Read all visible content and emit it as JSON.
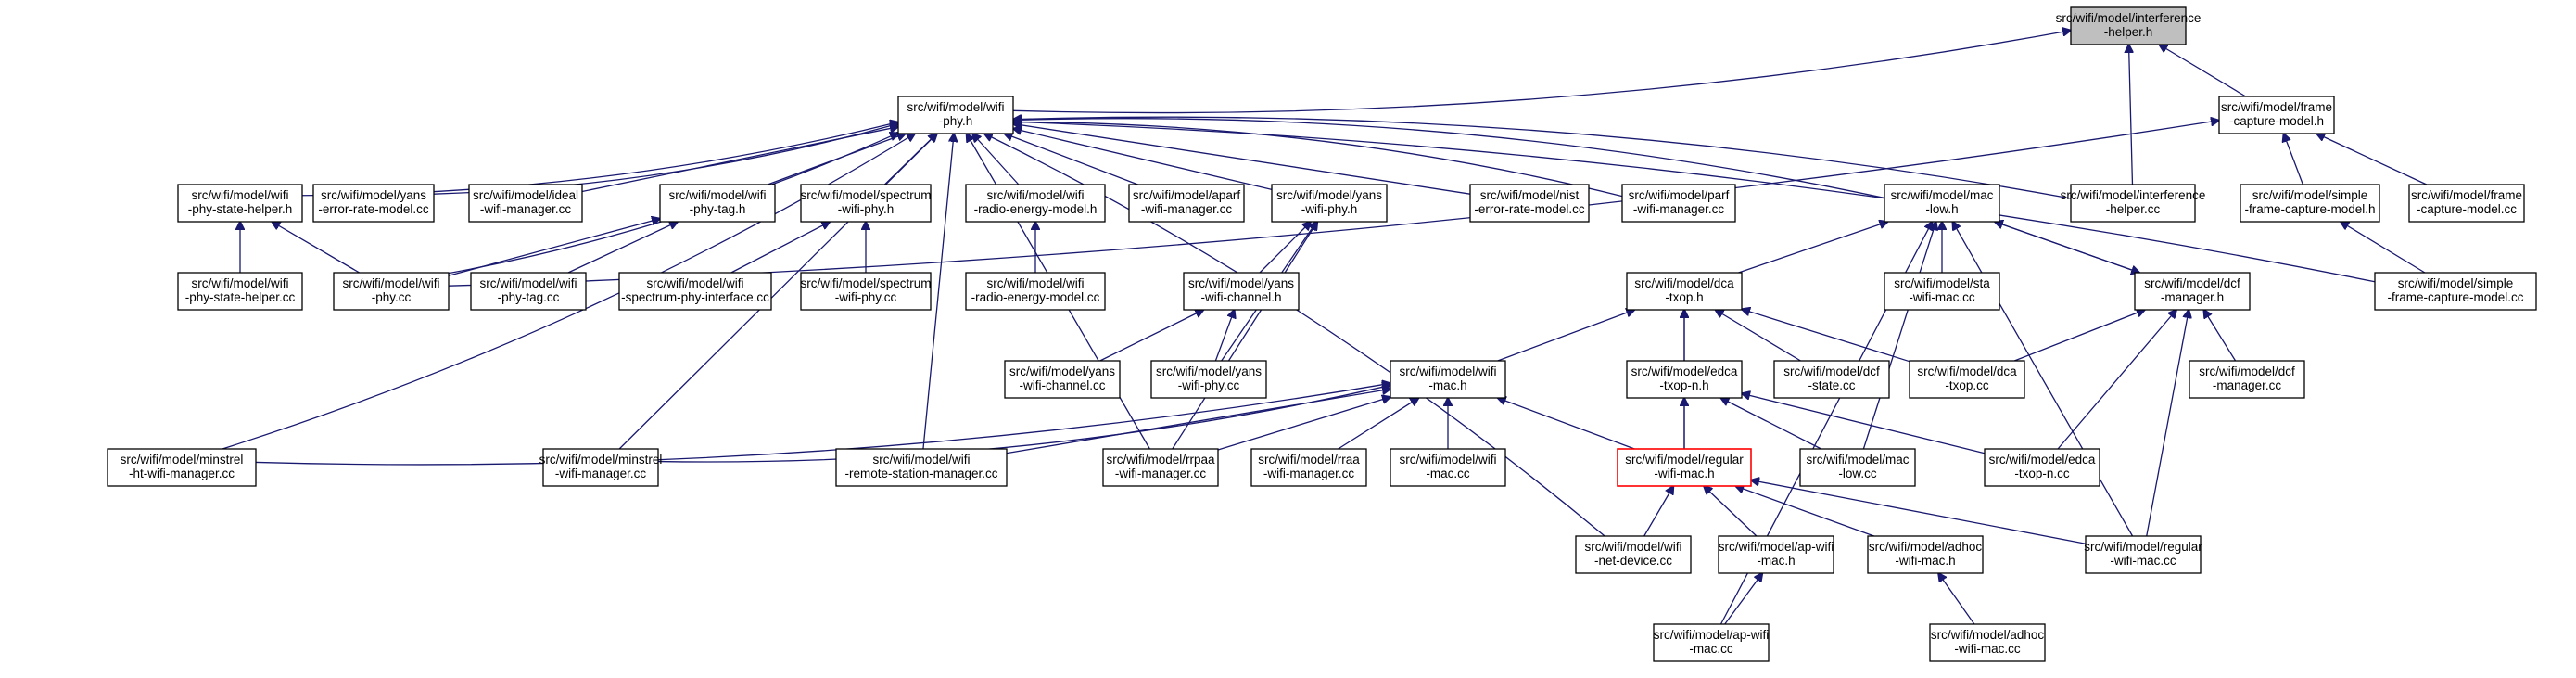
{
  "diagram": {
    "title": "",
    "nodes": [
      {
        "id": "interference_helper_h",
        "lines": [
          "src/wifi/model/interference",
          "-helper.h"
        ],
        "style": "gray"
      },
      {
        "id": "wifi_phy_h",
        "lines": [
          "src/wifi/model/wifi",
          "-phy.h"
        ],
        "style": "normal"
      },
      {
        "id": "frame_capture_model_h",
        "lines": [
          "src/wifi/model/frame",
          "-capture-model.h"
        ],
        "style": "normal"
      },
      {
        "id": "wifi_phy_state_helper_h",
        "lines": [
          "src/wifi/model/wifi",
          "-phy-state-helper.h"
        ],
        "style": "normal"
      },
      {
        "id": "yans_error_rate_model_cc",
        "lines": [
          "src/wifi/model/yans",
          "-error-rate-model.cc"
        ],
        "style": "normal"
      },
      {
        "id": "ideal_wifi_manager_cc",
        "lines": [
          "src/wifi/model/ideal",
          "-wifi-manager.cc"
        ],
        "style": "normal"
      },
      {
        "id": "wifi_phy_tag_h",
        "lines": [
          "src/wifi/model/wifi",
          "-phy-tag.h"
        ],
        "style": "normal"
      },
      {
        "id": "spectrum_wifi_phy_h",
        "lines": [
          "src/wifi/model/spectrum",
          "-wifi-phy.h"
        ],
        "style": "normal"
      },
      {
        "id": "wifi_radio_energy_model_h",
        "lines": [
          "src/wifi/model/wifi",
          "-radio-energy-model.h"
        ],
        "style": "normal"
      },
      {
        "id": "aparf_wifi_manager_cc",
        "lines": [
          "src/wifi/model/aparf",
          "-wifi-manager.cc"
        ],
        "style": "normal"
      },
      {
        "id": "yans_wifi_phy_h",
        "lines": [
          "src/wifi/model/yans",
          "-wifi-phy.h"
        ],
        "style": "normal"
      },
      {
        "id": "nist_error_rate_model_cc",
        "lines": [
          "src/wifi/model/nist",
          "-error-rate-model.cc"
        ],
        "style": "normal"
      },
      {
        "id": "parf_wifi_manager_cc",
        "lines": [
          "src/wifi/model/parf",
          "-wifi-manager.cc"
        ],
        "style": "normal"
      },
      {
        "id": "mac_low_h",
        "lines": [
          "src/wifi/model/mac",
          "-low.h"
        ],
        "style": "normal"
      },
      {
        "id": "interference_helper_cc",
        "lines": [
          "src/wifi/model/interference",
          "-helper.cc"
        ],
        "style": "normal"
      },
      {
        "id": "simple_frame_capture_model_h",
        "lines": [
          "src/wifi/model/simple",
          "-frame-capture-model.h"
        ],
        "style": "normal"
      },
      {
        "id": "frame_capture_model_cc",
        "lines": [
          "src/wifi/model/frame",
          "-capture-model.cc"
        ],
        "style": "normal"
      },
      {
        "id": "wifi_phy_state_helper_cc",
        "lines": [
          "src/wifi/model/wifi",
          "-phy-state-helper.cc"
        ],
        "style": "normal"
      },
      {
        "id": "wifi_phy_cc",
        "lines": [
          "src/wifi/model/wifi",
          "-phy.cc"
        ],
        "style": "normal"
      },
      {
        "id": "wifi_phy_tag_cc",
        "lines": [
          "src/wifi/model/wifi",
          "-phy-tag.cc"
        ],
        "style": "normal"
      },
      {
        "id": "wifi_spectrum_phy_interface_cc",
        "lines": [
          "src/wifi/model/wifi",
          "-spectrum-phy-interface.cc"
        ],
        "style": "normal"
      },
      {
        "id": "spectrum_wifi_phy_cc",
        "lines": [
          "src/wifi/model/spectrum",
          "-wifi-phy.cc"
        ],
        "style": "normal"
      },
      {
        "id": "wifi_radio_energy_model_cc",
        "lines": [
          "src/wifi/model/wifi",
          "-radio-energy-model.cc"
        ],
        "style": "normal"
      },
      {
        "id": "yans_wifi_channel_h",
        "lines": [
          "src/wifi/model/yans",
          "-wifi-channel.h"
        ],
        "style": "normal"
      },
      {
        "id": "dca_txop_h",
        "lines": [
          "src/wifi/model/dca",
          "-txop.h"
        ],
        "style": "normal"
      },
      {
        "id": "sta_wifi_mac_cc",
        "lines": [
          "src/wifi/model/sta",
          "-wifi-mac.cc"
        ],
        "style": "normal"
      },
      {
        "id": "dcf_manager_h",
        "lines": [
          "src/wifi/model/dcf",
          "-manager.h"
        ],
        "style": "normal"
      },
      {
        "id": "simple_frame_capture_model_cc",
        "lines": [
          "src/wifi/model/simple",
          "-frame-capture-model.cc"
        ],
        "style": "normal"
      },
      {
        "id": "yans_wifi_channel_cc",
        "lines": [
          "src/wifi/model/yans",
          "-wifi-channel.cc"
        ],
        "style": "normal"
      },
      {
        "id": "yans_wifi_phy_cc",
        "lines": [
          "src/wifi/model/yans",
          "-wifi-phy.cc"
        ],
        "style": "normal"
      },
      {
        "id": "wifi_mac_h",
        "lines": [
          "src/wifi/model/wifi",
          "-mac.h"
        ],
        "style": "normal"
      },
      {
        "id": "edca_txop_n_h",
        "lines": [
          "src/wifi/model/edca",
          "-txop-n.h"
        ],
        "style": "normal"
      },
      {
        "id": "dcf_state_cc",
        "lines": [
          "src/wifi/model/dcf",
          "-state.cc"
        ],
        "style": "normal"
      },
      {
        "id": "dca_txop_cc",
        "lines": [
          "src/wifi/model/dca",
          "-txop.cc"
        ],
        "style": "normal"
      },
      {
        "id": "dcf_manager_cc",
        "lines": [
          "src/wifi/model/dcf",
          "-manager.cc"
        ],
        "style": "normal"
      },
      {
        "id": "minstrel_ht_wifi_manager_cc",
        "lines": [
          "src/wifi/model/minstrel",
          "-ht-wifi-manager.cc"
        ],
        "style": "normal"
      },
      {
        "id": "minstrel_wifi_manager_cc",
        "lines": [
          "src/wifi/model/minstrel",
          "-wifi-manager.cc"
        ],
        "style": "normal"
      },
      {
        "id": "wifi_remote_station_manager_cc",
        "lines": [
          "src/wifi/model/wifi",
          "-remote-station-manager.cc"
        ],
        "style": "normal"
      },
      {
        "id": "rrpaa_wifi_manager_cc",
        "lines": [
          "src/wifi/model/rrpaa",
          "-wifi-manager.cc"
        ],
        "style": "normal"
      },
      {
        "id": "rraa_wifi_manager_cc",
        "lines": [
          "src/wifi/model/rraa",
          "-wifi-manager.cc"
        ],
        "style": "normal"
      },
      {
        "id": "wifi_mac_cc",
        "lines": [
          "src/wifi/model/wifi",
          "-mac.cc"
        ],
        "style": "normal"
      },
      {
        "id": "regular_wifi_mac_h",
        "lines": [
          "src/wifi/model/regular",
          "-wifi-mac.h"
        ],
        "style": "red"
      },
      {
        "id": "mac_low_cc",
        "lines": [
          "src/wifi/model/mac",
          "-low.cc"
        ],
        "style": "normal"
      },
      {
        "id": "edca_txop_n_cc",
        "lines": [
          "src/wifi/model/edca",
          "-txop-n.cc"
        ],
        "style": "normal"
      },
      {
        "id": "wifi_net_device_cc",
        "lines": [
          "src/wifi/model/wifi",
          "-net-device.cc"
        ],
        "style": "normal"
      },
      {
        "id": "ap_wifi_mac_h",
        "lines": [
          "src/wifi/model/ap-wifi",
          "-mac.h"
        ],
        "style": "normal"
      },
      {
        "id": "adhoc_wifi_mac_h",
        "lines": [
          "src/wifi/model/adhoc",
          "-wifi-mac.h"
        ],
        "style": "normal"
      },
      {
        "id": "regular_wifi_mac_cc",
        "lines": [
          "src/wifi/model/regular",
          "-wifi-mac.cc"
        ],
        "style": "normal"
      },
      {
        "id": "ap_wifi_mac_cc",
        "lines": [
          "src/wifi/model/ap-wifi",
          "-mac.cc"
        ],
        "style": "normal"
      },
      {
        "id": "adhoc_wifi_mac_cc",
        "lines": [
          "src/wifi/model/adhoc",
          "-wifi-mac.cc"
        ],
        "style": "normal"
      }
    ],
    "edges": [
      [
        "wifi_phy_h",
        "interference_helper_h"
      ],
      [
        "frame_capture_model_h",
        "interference_helper_h"
      ],
      [
        "interference_helper_cc",
        "interference_helper_h"
      ],
      [
        "wifi_phy_state_helper_h",
        "wifi_phy_h"
      ],
      [
        "yans_error_rate_model_cc",
        "wifi_phy_h"
      ],
      [
        "ideal_wifi_manager_cc",
        "wifi_phy_h"
      ],
      [
        "wifi_phy_tag_h",
        "wifi_phy_h"
      ],
      [
        "spectrum_wifi_phy_h",
        "wifi_phy_h"
      ],
      [
        "wifi_radio_energy_model_h",
        "wifi_phy_h"
      ],
      [
        "aparf_wifi_manager_cc",
        "wifi_phy_h"
      ],
      [
        "yans_wifi_phy_h",
        "wifi_phy_h"
      ],
      [
        "nist_error_rate_model_cc",
        "wifi_phy_h"
      ],
      [
        "parf_wifi_manager_cc",
        "wifi_phy_h"
      ],
      [
        "mac_low_h",
        "wifi_phy_h"
      ],
      [
        "interference_helper_cc",
        "wifi_phy_h"
      ],
      [
        "wifi_phy_cc",
        "wifi_phy_h"
      ],
      [
        "minstrel_ht_wifi_manager_cc",
        "wifi_phy_h"
      ],
      [
        "minstrel_wifi_manager_cc",
        "wifi_phy_h"
      ],
      [
        "wifi_remote_station_manager_cc",
        "wifi_phy_h"
      ],
      [
        "rrpaa_wifi_manager_cc",
        "wifi_phy_h"
      ],
      [
        "wifi_net_device_cc",
        "wifi_phy_h"
      ],
      [
        "simple_frame_capture_model_cc",
        "wifi_phy_h"
      ],
      [
        "simple_frame_capture_model_h",
        "frame_capture_model_h"
      ],
      [
        "frame_capture_model_cc",
        "frame_capture_model_h"
      ],
      [
        "wifi_phy_cc",
        "frame_capture_model_h"
      ],
      [
        "simple_frame_capture_model_cc",
        "simple_frame_capture_model_h"
      ],
      [
        "wifi_phy_state_helper_cc",
        "wifi_phy_state_helper_h"
      ],
      [
        "wifi_phy_cc",
        "wifi_phy_state_helper_h"
      ],
      [
        "wifi_phy_cc",
        "wifi_phy_tag_h"
      ],
      [
        "wifi_phy_tag_cc",
        "wifi_phy_tag_h"
      ],
      [
        "wifi_spectrum_phy_interface_cc",
        "spectrum_wifi_phy_h"
      ],
      [
        "spectrum_wifi_phy_cc",
        "spectrum_wifi_phy_h"
      ],
      [
        "wifi_radio_energy_model_cc",
        "wifi_radio_energy_model_h"
      ],
      [
        "yans_wifi_channel_h",
        "yans_wifi_phy_h"
      ],
      [
        "yans_wifi_phy_cc",
        "yans_wifi_phy_h"
      ],
      [
        "rrpaa_wifi_manager_cc",
        "yans_wifi_phy_h"
      ],
      [
        "yans_wifi_channel_cc",
        "yans_wifi_channel_h"
      ],
      [
        "yans_wifi_phy_cc",
        "yans_wifi_channel_h"
      ],
      [
        "dca_txop_h",
        "mac_low_h"
      ],
      [
        "sta_wifi_mac_cc",
        "mac_low_h"
      ],
      [
        "dcf_manager_h",
        "mac_low_h"
      ],
      [
        "mac_low_cc",
        "mac_low_h"
      ],
      [
        "regular_wifi_mac_cc",
        "mac_low_h"
      ],
      [
        "ap_wifi_mac_cc",
        "mac_low_h"
      ],
      [
        "dca_txop_cc",
        "dcf_manager_h"
      ],
      [
        "dcf_manager_cc",
        "dcf_manager_h"
      ],
      [
        "edca_txop_n_cc",
        "dcf_manager_h"
      ],
      [
        "regular_wifi_mac_cc",
        "dcf_manager_h"
      ],
      [
        "mac_low_h",
        "dcf_manager_h"
      ],
      [
        "wifi_mac_h",
        "dca_txop_h"
      ],
      [
        "edca_txop_n_h",
        "dca_txop_h"
      ],
      [
        "dcf_state_cc",
        "dca_txop_h"
      ],
      [
        "dca_txop_cc",
        "dca_txop_h"
      ],
      [
        "regular_wifi_mac_h",
        "dca_txop_h"
      ],
      [
        "regular_wifi_mac_h",
        "edca_txop_n_h"
      ],
      [
        "mac_low_cc",
        "edca_txop_n_h"
      ],
      [
        "edca_txop_n_cc",
        "edca_txop_n_h"
      ],
      [
        "minstrel_ht_wifi_manager_cc",
        "wifi_mac_h"
      ],
      [
        "minstrel_wifi_manager_cc",
        "wifi_mac_h"
      ],
      [
        "wifi_remote_station_manager_cc",
        "wifi_mac_h"
      ],
      [
        "rrpaa_wifi_manager_cc",
        "wifi_mac_h"
      ],
      [
        "rraa_wifi_manager_cc",
        "wifi_mac_h"
      ],
      [
        "wifi_mac_cc",
        "wifi_mac_h"
      ],
      [
        "regular_wifi_mac_h",
        "wifi_mac_h"
      ],
      [
        "wifi_net_device_cc",
        "regular_wifi_mac_h"
      ],
      [
        "ap_wifi_mac_h",
        "regular_wifi_mac_h"
      ],
      [
        "adhoc_wifi_mac_h",
        "regular_wifi_mac_h"
      ],
      [
        "regular_wifi_mac_cc",
        "regular_wifi_mac_h"
      ],
      [
        "ap_wifi_mac_cc",
        "ap_wifi_mac_h"
      ],
      [
        "adhoc_wifi_mac_cc",
        "adhoc_wifi_mac_h"
      ]
    ]
  }
}
